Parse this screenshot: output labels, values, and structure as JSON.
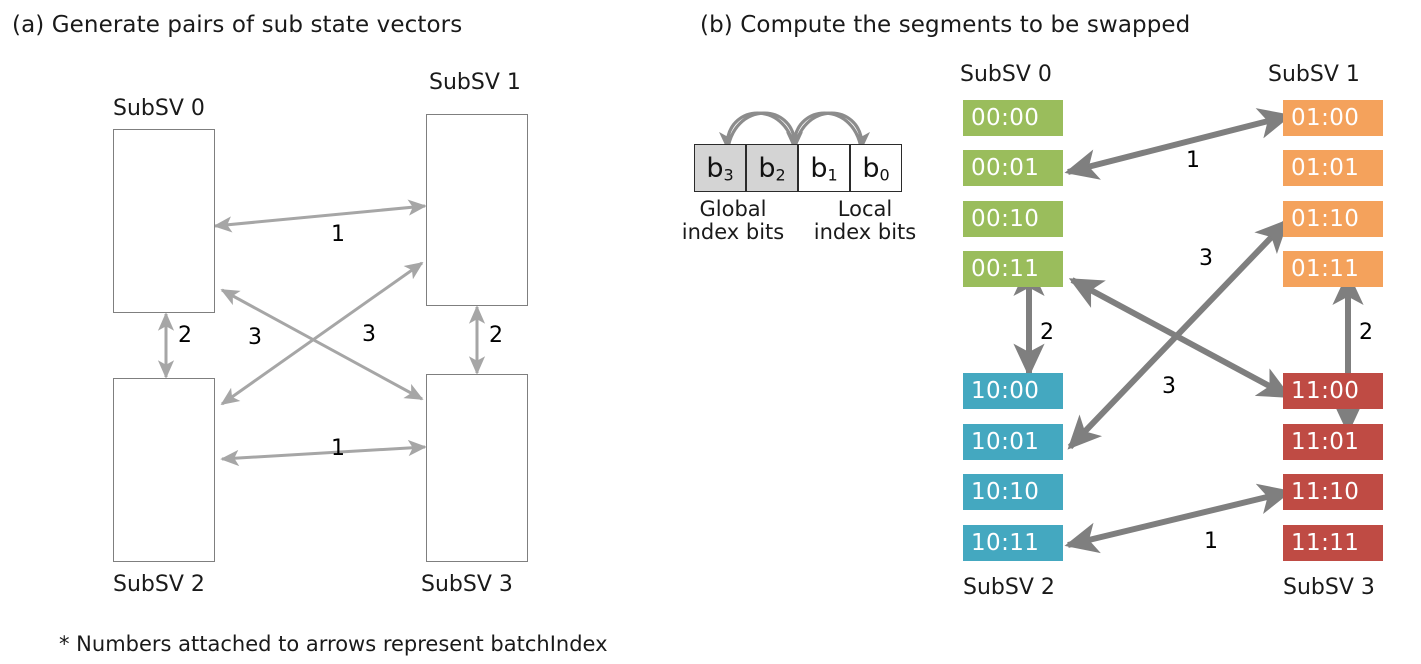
{
  "figure": {
    "footnote": "* Numbers attached to arrows represent batchIndex",
    "colors": {
      "subsv0": "#9ABD5C",
      "subsv1": "#F4A25C",
      "subsv2": "#44A8C0",
      "subsv3": "#BF4B44",
      "arrow_light": "#a6a6a6",
      "arrow_dark": "#7f7f7f",
      "box_border": "#7f7f7f",
      "bit_shaded": "#d4d4d4",
      "bit_plain": "#ffffff",
      "text": "#1a1a1a"
    }
  },
  "panel_a": {
    "title": "(a) Generate pairs of sub state vectors",
    "boxes": [
      {
        "label": "SubSV 0"
      },
      {
        "label": "SubSV 1"
      },
      {
        "label": "SubSV 2"
      },
      {
        "label": "SubSV 3"
      }
    ],
    "arrow_labels": {
      "top_horizontal": "1",
      "bottom_horizontal": "1",
      "left_vertical": "2",
      "right_vertical": "2",
      "diag_left": "3",
      "diag_right": "3"
    },
    "edges": [
      {
        "from": "SubSV 0",
        "to": "SubSV 1",
        "batchIndex": "1"
      },
      {
        "from": "SubSV 2",
        "to": "SubSV 3",
        "batchIndex": "1"
      },
      {
        "from": "SubSV 0",
        "to": "SubSV 2",
        "batchIndex": "2"
      },
      {
        "from": "SubSV 1",
        "to": "SubSV 3",
        "batchIndex": "2"
      },
      {
        "from": "SubSV 0",
        "to": "SubSV 3",
        "batchIndex": "3"
      },
      {
        "from": "SubSV 1",
        "to": "SubSV 2",
        "batchIndex": "3"
      }
    ]
  },
  "panel_b": {
    "title": "(b) Compute the segments to be swapped",
    "bitfield": {
      "cells": [
        {
          "name": "b",
          "index": "3",
          "shaded": true
        },
        {
          "name": "b",
          "index": "2",
          "shaded": true
        },
        {
          "name": "b",
          "index": "1",
          "shaded": false
        },
        {
          "name": "b",
          "index": "0",
          "shaded": false
        }
      ],
      "caption_left_line1": "Global",
      "caption_left_line2": "index bits",
      "caption_right_line1": "Local",
      "caption_right_line2": "index bits",
      "swap_arcs": [
        {
          "from": "b1",
          "to": "b3"
        },
        {
          "from": "b0",
          "to": "b2"
        }
      ]
    },
    "groups": [
      {
        "name": "SubSV 0",
        "label_position": "top",
        "color": "#9ABD5C",
        "segments": [
          "00:00",
          "00:01",
          "00:10",
          "00:11"
        ]
      },
      {
        "name": "SubSV 1",
        "label_position": "top",
        "color": "#F4A25C",
        "segments": [
          "01:00",
          "01:01",
          "01:10",
          "01:11"
        ]
      },
      {
        "name": "SubSV 2",
        "label_position": "bottom",
        "color": "#44A8C0",
        "segments": [
          "10:00",
          "10:01",
          "10:10",
          "10:11"
        ]
      },
      {
        "name": "SubSV 3",
        "label_position": "bottom",
        "color": "#BF4B44",
        "segments": [
          "11:00",
          "11:01",
          "11:10",
          "11:11"
        ]
      }
    ],
    "arrow_labels": {
      "top_pair": "1",
      "bottom_pair": "1",
      "left_vertical": "2",
      "right_vertical": "2",
      "diag_upper": "3",
      "diag_lower": "3"
    },
    "swaps": [
      {
        "a": "00:01",
        "b": "01:00",
        "batchIndex": "1"
      },
      {
        "a": "10:11",
        "b": "11:10",
        "batchIndex": "1"
      },
      {
        "a": "00:11",
        "b": "10:00",
        "batchIndex": "2"
      },
      {
        "a": "01:11",
        "b": "11:01",
        "batchIndex": "2"
      },
      {
        "a": "00:11",
        "b": "11:00",
        "batchIndex": "3"
      },
      {
        "a": "01:10",
        "b": "10:01",
        "batchIndex": "3"
      }
    ]
  }
}
